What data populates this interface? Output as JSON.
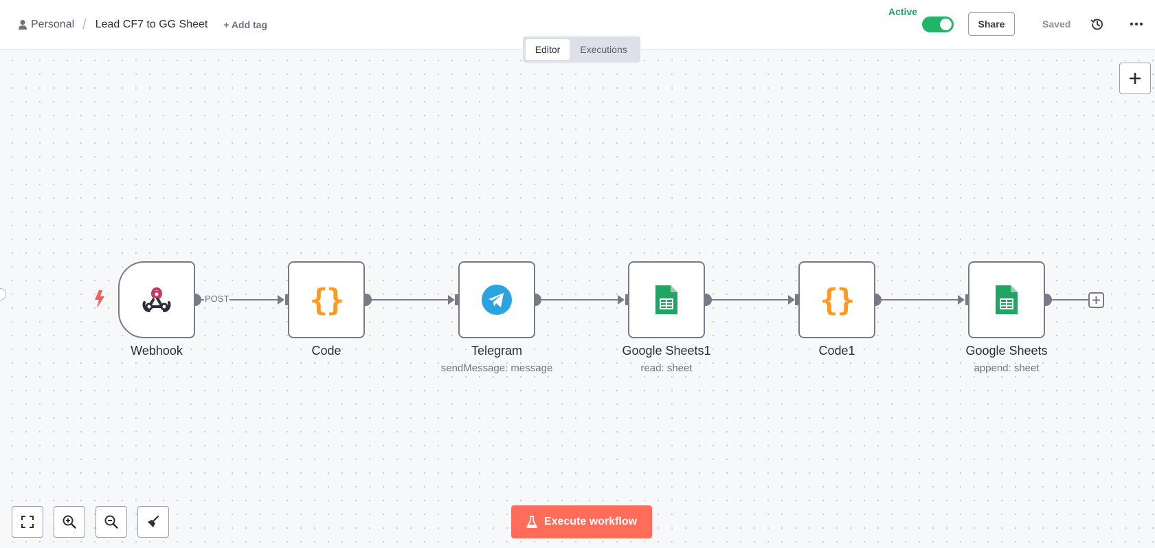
{
  "header": {
    "project": "Personal",
    "separator": "/",
    "workflow_name": "Lead CF7 to GG Sheet",
    "add_tag": "+ Add tag",
    "active_label": "Active",
    "active": true,
    "share_label": "Share",
    "saved_label": "Saved"
  },
  "tabs": [
    {
      "label": "Editor",
      "active": true
    },
    {
      "label": "Executions",
      "active": false
    }
  ],
  "nodes": [
    {
      "title": "Webhook",
      "subtitle": "",
      "icon": "webhook-icon",
      "trigger": true
    },
    {
      "title": "Code",
      "subtitle": "",
      "icon": "code-icon"
    },
    {
      "title": "Telegram",
      "subtitle": "sendMessage: message",
      "icon": "telegram-icon"
    },
    {
      "title": "Google Sheets1",
      "subtitle": "read: sheet",
      "icon": "google-sheets-icon"
    },
    {
      "title": "Code1",
      "subtitle": "",
      "icon": "code-icon"
    },
    {
      "title": "Google Sheets",
      "subtitle": "append: sheet",
      "icon": "google-sheets-icon"
    }
  ],
  "edges": {
    "webhook_output_label": "POST"
  },
  "code_glyph": "{}",
  "execute_label": "Execute workflow",
  "colors": {
    "accent": "#ff6d5a",
    "active_green": "#21b56a",
    "code_orange": "#ff9922",
    "telegram_blue": "#2aa3e0",
    "sheets_green": "#21a464"
  }
}
